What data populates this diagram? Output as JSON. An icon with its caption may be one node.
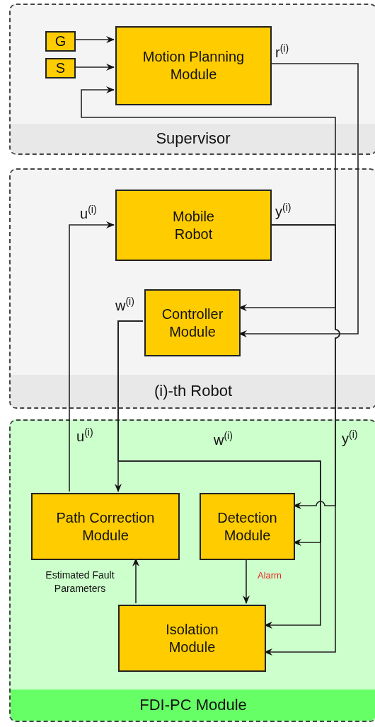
{
  "diagram": {
    "nodes": [
      {
        "text": [
          "Supervisor"
        ]
      },
      {
        "text": [
          "G"
        ],
        "in": 0
      },
      {
        "text": [
          "S"
        ],
        "in": 0
      },
      {
        "text": [
          "Motion Planning Module"
        ],
        "in": 0
      },
      {
        "text": [
          "(i)-th Robot"
        ]
      },
      {
        "text": [
          "Mobile Robot"
        ],
        "in": 4
      },
      {
        "text": [
          "Controller Module"
        ],
        "in": 4
      },
      {
        "text": [
          "FDI-PC Module"
        ]
      },
      {
        "text": [
          "Path Correction Module"
        ],
        "in": 7
      },
      {
        "text": [
          "Detection Module"
        ],
        "in": 7
      },
      {
        "text": [
          "Isolation Module"
        ],
        "in": 7
      }
    ],
    "edges": [
      {
        "from": 1,
        "to": 3,
        "arrow": "to"
      },
      {
        "from": 2,
        "to": 3,
        "arrow": "to"
      },
      {
        "from": 3,
        "to": 6,
        "arrow": "to",
        "label": "r$^{(i)}$"
      },
      {
        "from": 5,
        "to": 3,
        "arrow": "to",
        "label": "y$^{(i)}$"
      },
      {
        "from": 5,
        "to": 6,
        "arrow": "to"
      },
      {
        "from": 5,
        "to": 9,
        "arrow": "to"
      },
      {
        "from": 5,
        "to": 10,
        "arrow": "to"
      },
      {
        "from": 8,
        "to": 5,
        "arrow": "to",
        "label": "u$^{(i)}$"
      },
      {
        "from": 6,
        "to": 8,
        "arrow": "to",
        "label": "w$^{(i)}$"
      },
      {
        "from": 6,
        "to": 9,
        "arrow": "to"
      },
      {
        "from": 6,
        "to": 10,
        "arrow": "to"
      },
      {
        "from": 10,
        "to": 8,
        "arrow": "to",
        "label": "Estimated Fault Parameters"
      },
      {
        "from": 9,
        "to": 10,
        "arrow": "to",
        "label": "Alarm"
      }
    ],
    "labels": [
      "u$^{(i)}$",
      "w$^{(i)}$",
      "y$^{(i)}$"
    ]
  }
}
